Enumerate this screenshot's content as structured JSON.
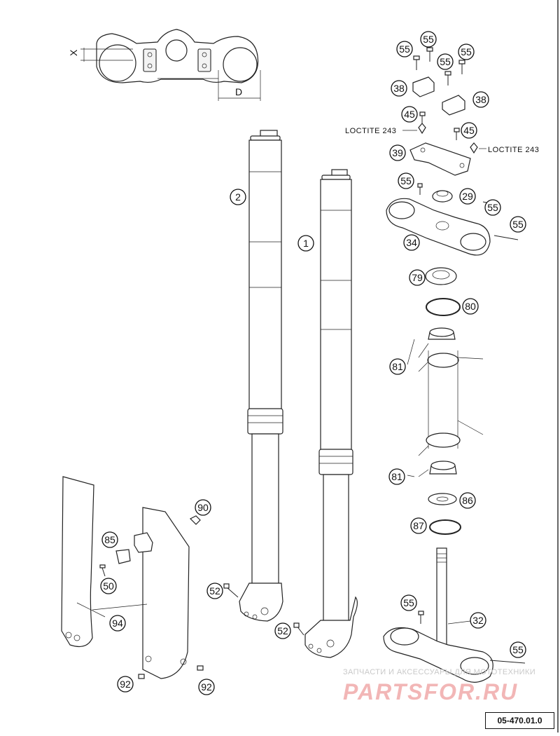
{
  "dimensions": {
    "x_label": "X",
    "d_label": "D"
  },
  "loctite": {
    "left": "LOCTITE 243",
    "right": "LOCTITE 243"
  },
  "callouts": {
    "c55a": "55",
    "c55b": "55",
    "c55c": "55",
    "c55d": "55",
    "c38a": "38",
    "c38b": "38",
    "c45a": "45",
    "c45b": "45",
    "c39": "39",
    "c55e": "55",
    "c29": "29",
    "c55f": "55",
    "c55g": "55",
    "c34": "34",
    "c79": "79",
    "c80": "80",
    "c81a": "81",
    "c81b": "81",
    "c86": "86",
    "c87": "87",
    "c2": "2",
    "c1": "1",
    "c90": "90",
    "c85": "85",
    "c50": "50",
    "c94": "94",
    "c52a": "52",
    "c52b": "52",
    "c92a": "92",
    "c92b": "92",
    "c55h": "55",
    "c32": "32",
    "c55i": "55"
  },
  "watermark": {
    "top": "ЗАПЧАСТИ И АКСЕССУАРЫ ДЛЯ МОТОТЕХНИКИ",
    "brand": "PARTSFOR.RU"
  },
  "diagram_code": "05-470.01.0",
  "colors": {
    "line": "#222222",
    "watermark_brand": "#f2b6b6",
    "watermark_text": "#c9c9c9"
  }
}
